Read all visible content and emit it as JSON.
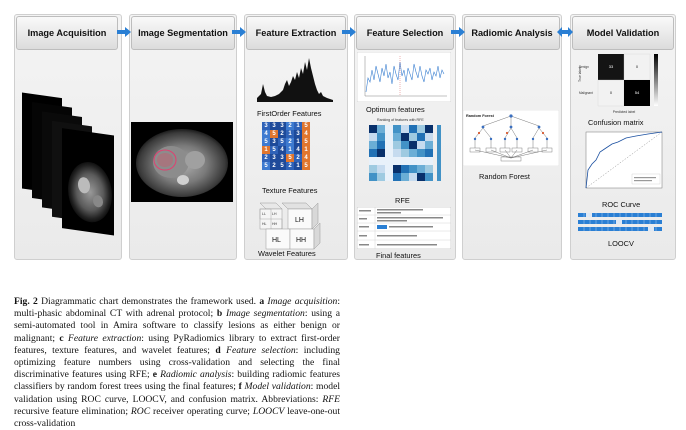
{
  "stages": [
    {
      "title": "Image Acquisition"
    },
    {
      "title": "Image Segmentation"
    },
    {
      "title": "Feature Extraction"
    },
    {
      "title": "Feature Selection"
    },
    {
      "title": "Radiomic Analysis"
    },
    {
      "title": "Model Validation"
    }
  ],
  "feature_extraction": {
    "first_order_label": "FirstOrder Features",
    "texture_label": "Texture Features",
    "wavelet_label": "Wavelet Features",
    "wavelet_subbands": [
      "LH",
      "HL",
      "HH",
      "LL",
      "LH",
      "HL",
      "HH"
    ],
    "texture_matrix": [
      [
        "3",
        "3",
        "3",
        "2",
        "1",
        "5"
      ],
      [
        "4",
        "5",
        "2",
        "1",
        "3",
        "4"
      ],
      [
        "5",
        "3",
        "5",
        "2",
        "1",
        "5"
      ],
      [
        "1",
        "5",
        "4",
        "1",
        "4",
        "1"
      ],
      [
        "2",
        "3",
        "3",
        "5",
        "2",
        "4"
      ],
      [
        "5",
        "2",
        "5",
        "2",
        "1",
        "5"
      ]
    ]
  },
  "feature_selection": {
    "optimum_label": "Optimum features",
    "rfe_heatmap_title": "Ranking of features with RFE",
    "rfe_label": "RFE",
    "final_label": "Final features"
  },
  "radiomic_analysis": {
    "tree_title": "Random Forest",
    "forest_label": "Random Forest"
  },
  "model_validation": {
    "cm_ylabel": "True label",
    "cm_xlabel": "Predicted label",
    "cm_values": [
      "33",
      "0",
      "0",
      "54"
    ],
    "cm_row_labels": [
      "Benign",
      "Malignant"
    ],
    "cm_label": "Confusion matrix",
    "roc_label": "ROC Curve",
    "loocv_label": "LOOCV"
  },
  "caption": {
    "fig": "Fig. 2",
    "intro": " Diagrammatic chart demonstrates the framework used. ",
    "a": "a",
    "a_term": "Image acquisition",
    "a_text": ": multi-phasic abdominal CT with adrenal protocol; ",
    "b": "b",
    "b_term": "Image segmentation",
    "b_text": ": using a semi-automated tool in Amira software to classify lesions as either benign or malignant; ",
    "c": "c",
    "c_term": "Feature extraction",
    "c_text": ": using PyRadiomics library to extract first-order features, texture features, and wavelet features; ",
    "d": "d",
    "d_term": "Feature selection",
    "d_text": ": including optimizing feature numbers using cross-validation and selecting the final discriminative features using RFE; ",
    "e": "e",
    "e_term": "Radiomic analysis",
    "e_text": ": building radiomic features classifiers by random forest trees using the final features; ",
    "f": "f",
    "f_term": "Model validation",
    "f_text": ": model validation using ROC curve, LOOCV, and confusion matrix. Abbreviations: ",
    "rfe_term": "RFE",
    "rfe_text": " recursive feature elimination; ",
    "roc_term": "ROC",
    "roc_text": " receiver operating curve; ",
    "loocv_term": "LOOCV",
    "loocv_text": " leave-one-out cross-validation"
  }
}
